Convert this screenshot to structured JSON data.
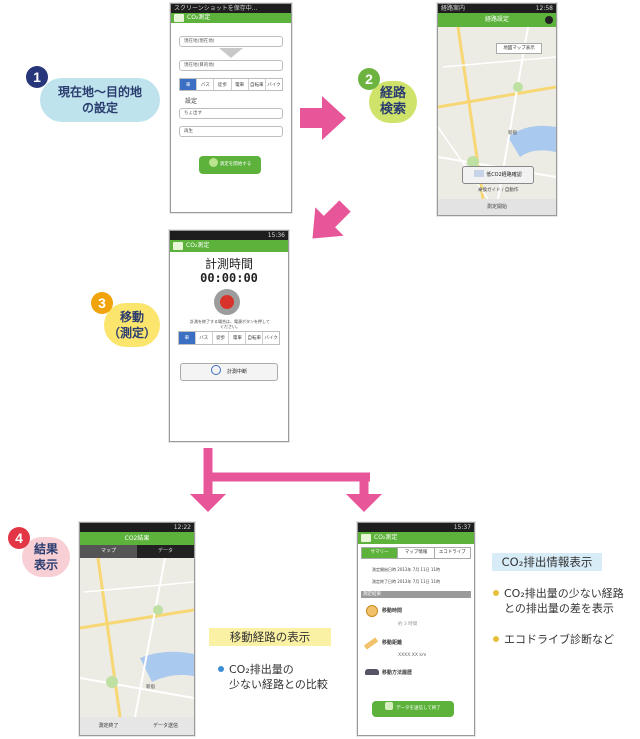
{
  "phone1": {
    "status_text": "スクリーンショットを保存中...",
    "app_title": "CO₂測定",
    "origin_placeholder": "現在地(現在地)",
    "destination_placeholder": "現在地(目的地)",
    "modes": [
      "車",
      "バス",
      "徒歩",
      "電車",
      "自転車",
      "バイク"
    ],
    "settings_label": "設定",
    "field_a": "ちょ出す",
    "field_b": "再生",
    "start_button": "測定を開始する"
  },
  "phone2": {
    "status_text": "経路案内",
    "clock": "12:58",
    "header_title": "経路設定",
    "map_button": "地図マップ表示",
    "overlay_label": "低CO2経路確認",
    "sub_label": "乗換ガイド / 自動作",
    "bottom_button": "測定開始",
    "map_place": "新宿"
  },
  "phone3": {
    "clock": "15:36",
    "app_title": "CO₂測定",
    "title": "計測時間",
    "timer": "00:00:00",
    "instruction": "計測を終了する場合は、電源ボタンを押してください。",
    "modes": [
      "車",
      "バス",
      "徒歩",
      "電車",
      "自転車",
      "バイク"
    ],
    "pause_button": "計測中断"
  },
  "phone4": {
    "clock": "12:22",
    "header_title": "CO2結果",
    "tab_map": "マップ",
    "tab_data": "データ",
    "bottom_left": "測定終了",
    "bottom_right": "データ送信",
    "map_place": "新宿"
  },
  "phone5": {
    "clock": "15:37",
    "app_title": "CO₂測定",
    "tabs": [
      "サマリー",
      "マップ情報",
      "エコドライブ"
    ],
    "row_start": "測定開始日時  2013年 7月 11日 11時",
    "row_end": "測定終了日時  2013年 7月 11日 11時",
    "section": "測定結果",
    "item_time": "移動時間",
    "item_time_value": "約 3 時間",
    "item_distance": "移動距離",
    "item_distance_value": "XXXX.XX km",
    "item_mode": "移動方法履歴",
    "send_button": "データを送信して終了"
  },
  "steps": [
    {
      "num": "1",
      "label_line1": "現在地〜目的地",
      "label_line2": "の設定"
    },
    {
      "num": "2",
      "label_line1": "経路",
      "label_line2": "検索"
    },
    {
      "num": "3",
      "label_line1": "移動",
      "label_line2": "（測定）"
    },
    {
      "num": "4",
      "label_line1": "結果",
      "label_line2": "表示"
    }
  ],
  "route_display": {
    "tag": "移動経路の表示",
    "bullet_line1": "CO₂排出量の",
    "bullet_line2": "少ない経路との比較"
  },
  "co2_info": {
    "tag": "CO₂排出情報表示",
    "bullet1_line1": "CO₂排出量の少ない経路",
    "bullet1_line2": "との排出量の差を表示",
    "bullet2": "エコドライブ診断など"
  },
  "colors": {
    "arrow": "#e8569a",
    "step1": "#27357a",
    "step2": "#6db33f",
    "step3": "#f0a30a",
    "step4": "#e23545",
    "pill_blue": "#bfe3ec",
    "pill_green": "#cfe36a",
    "pill_yellow": "#fbe56d",
    "pill_pink": "#f7cfd5",
    "tag_bg": "#fbf1a4",
    "app_green": "#5cb23a"
  }
}
